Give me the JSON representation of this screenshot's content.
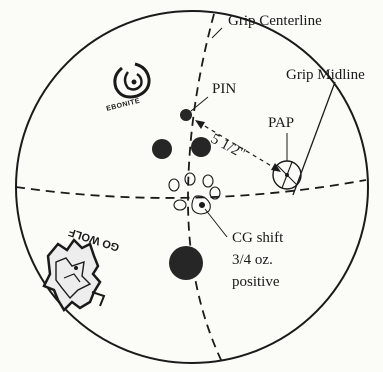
{
  "labels": {
    "grip_centerline": "Grip Centerline",
    "grip_midline": "Grip Midline",
    "pin": "PIN",
    "pap": "PAP",
    "distance": "5 1/2\"",
    "cg_line1": "CG shift",
    "cg_line2": "3/4 oz.",
    "cg_line3": "positive"
  },
  "logos": {
    "brand": "EBONITE",
    "secondary_stamp": "GO WOLF"
  },
  "colors": {
    "ink": "#1a1a1a",
    "background": "#fbfbf8",
    "hole_fill": "#262626"
  }
}
